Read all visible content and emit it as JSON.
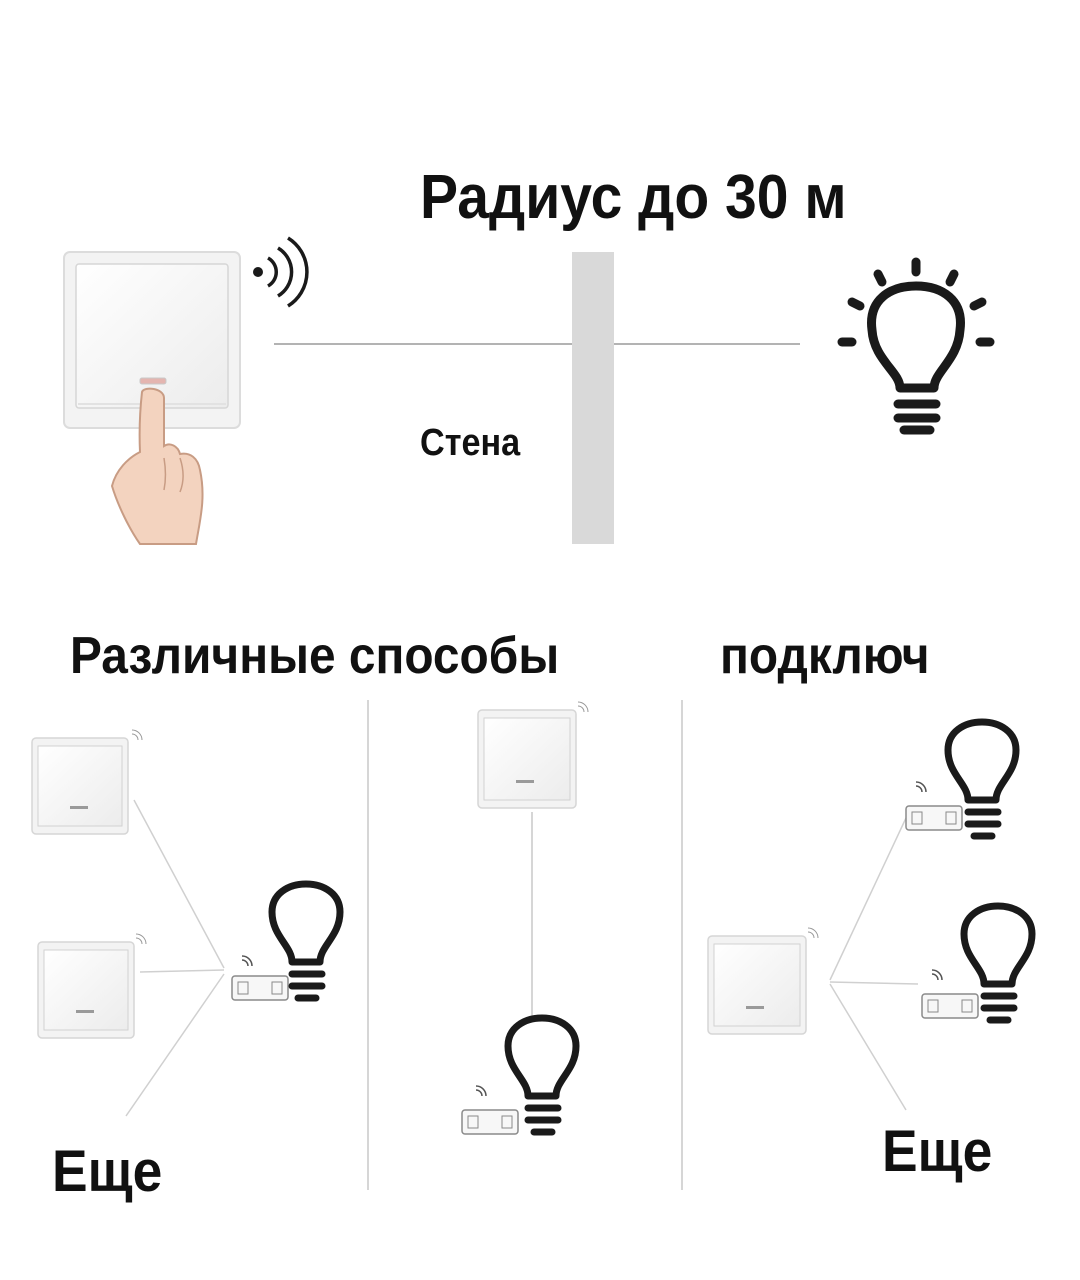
{
  "texts": {
    "title_radius": "Радиус до 30 м",
    "wall_label": "Стена",
    "methods_part1": "Различные способы",
    "methods_part2": "подключ",
    "more_left": "Еще",
    "more_right": "Еще"
  },
  "icons": {
    "switch": "wireless-switch-icon",
    "hand": "hand-finger-icon",
    "signal": "wifi-signal-icon",
    "bulb": "light-bulb-icon",
    "receiver": "relay-receiver-icon"
  },
  "colors": {
    "text": "#111111",
    "wall": "#d9d9d9",
    "line": "#bdbdbd",
    "switch_frame": "#f4f4f4",
    "switch_border": "#d0d0d0",
    "bulb_stroke": "#1a1a1a"
  }
}
